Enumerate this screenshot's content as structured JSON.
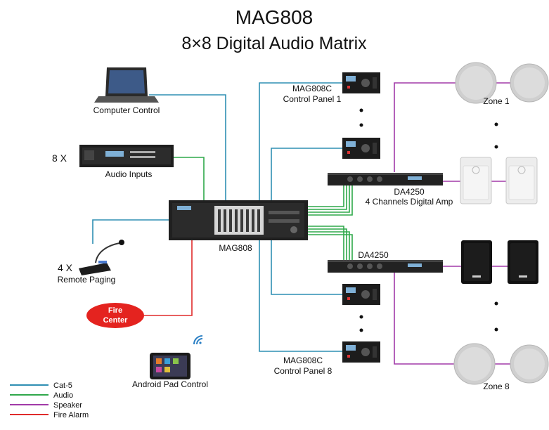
{
  "title": "MAG808",
  "subtitle": "8×8 Digital Audio Matrix",
  "labels": {
    "computer_control": "Computer Control",
    "audio_inputs_count": "8 X",
    "audio_inputs": "Audio Inputs",
    "remote_paging_count": "4 X",
    "remote_paging": "Remote Paging",
    "fire_center_line1": "Fire",
    "fire_center_line2": "Center",
    "android_pad": "Android Pad Control",
    "matrix": "MAG808",
    "control_panel_1_model": "MAG808C",
    "control_panel_1_name": "Control Panel 1",
    "control_panel_8_model": "MAG808C",
    "control_panel_8_name": "Control Panel 8",
    "amp_1_model": "DA4250",
    "amp_1_name": "4 Channels Digital Amp",
    "amp_2_model": "DA4250",
    "zone_1": "Zone  1",
    "zone_8": "Zone  8"
  },
  "legend": [
    {
      "label": "Cat-5",
      "color": "#2f8fb3"
    },
    {
      "label": "Audio",
      "color": "#2fa84a"
    },
    {
      "label": "Speaker",
      "color": "#a23aa8"
    },
    {
      "label": "Fire Alarm",
      "color": "#e02b2b"
    }
  ],
  "colors": {
    "cat5": "#2f8fb3",
    "audio": "#2fa84a",
    "speaker": "#a23aa8",
    "fire": "#e02b2b",
    "fire_fill": "#e4231f"
  }
}
